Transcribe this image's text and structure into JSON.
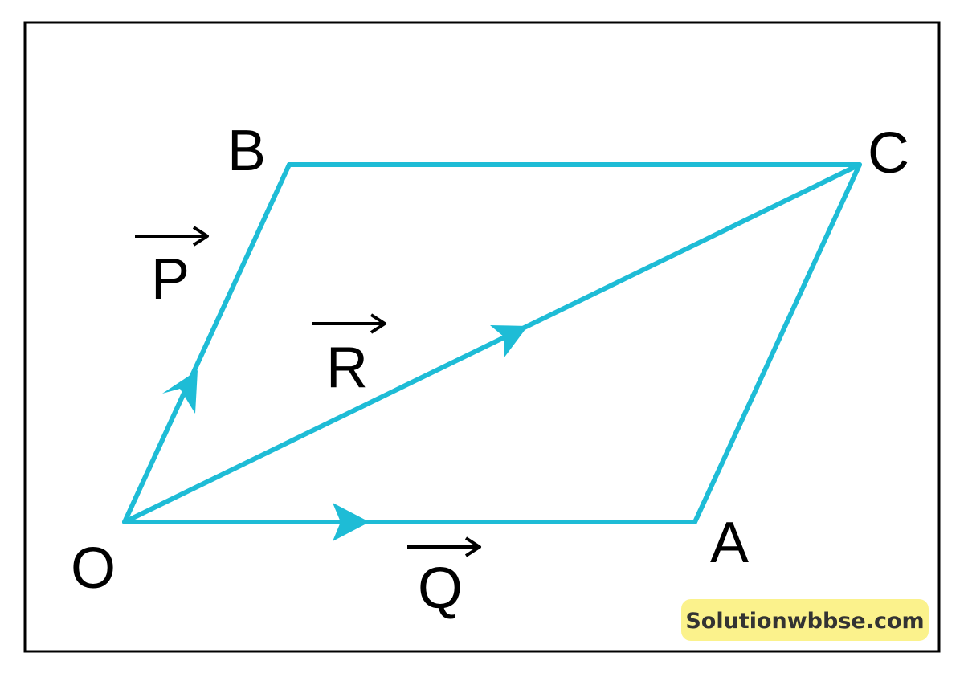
{
  "points": {
    "O": "O",
    "A": "A",
    "B": "B",
    "C": "C"
  },
  "vectors": {
    "P": "P",
    "Q": "Q",
    "R": "R"
  },
  "colors": {
    "line": "#1ebcd6",
    "label": "#000000",
    "frame": "#000000",
    "watermark_bg": "#fbf28c"
  },
  "watermark": "Solutionwbbse.com"
}
